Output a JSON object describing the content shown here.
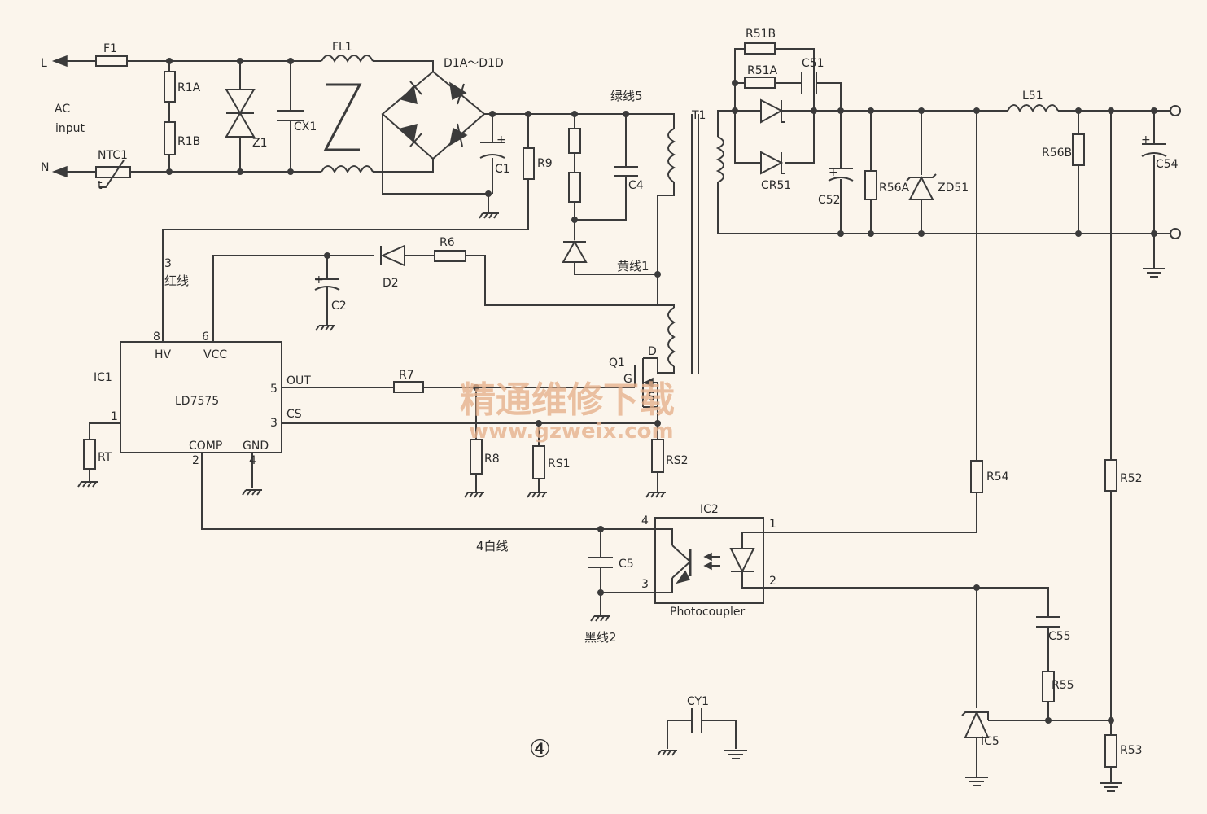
{
  "labels": {
    "L": "L",
    "N": "N",
    "ac": "AC",
    "input": "input",
    "F1": "F1",
    "NTC1": "NTC1",
    "t": "t",
    "R1A": "R1A",
    "R1B": "R1B",
    "Z1": "Z1",
    "CX1": "CX1",
    "FL1": "FL1",
    "D1": "D1A～D1D",
    "C1": "C1",
    "R9": "R9",
    "C4": "C4",
    "green5": "绿线5",
    "yellow1": "黄线1",
    "red3_num": "3",
    "red3": "红线",
    "T1": "T1",
    "R6": "R6",
    "D2": "D2",
    "C2": "C2",
    "ic1": "IC1",
    "chip": "LD7575",
    "pin8": "8",
    "pin6": "6",
    "pin5": "5",
    "pin3": "3",
    "pin1": "1",
    "pin2": "2",
    "pin4": "4",
    "HV": "HV",
    "VCC": "VCC",
    "OUT": "OUT",
    "CS": "CS",
    "COMP": "COMP",
    "GND": "GND",
    "RT": "RT",
    "R7": "R7",
    "R8": "R8",
    "RS1": "RS1",
    "RS2": "RS2",
    "Q1": "Q1",
    "D": "D",
    "G": "G",
    "S": "S",
    "white4": "4白线",
    "C5": "C5",
    "black2": "黑线2",
    "IC2": "IC2",
    "photocoupler": "Photocoupler",
    "ic2_p1": "1",
    "ic2_p2": "2",
    "ic2_p3": "3",
    "ic2_p4": "4",
    "R51B": "R51B",
    "R51A": "R51A",
    "C51": "C51",
    "CR51": "CR51",
    "C52": "C52",
    "R56A": "R56A",
    "ZD51": "ZD51",
    "L51": "L51",
    "R56B": "R56B",
    "C54": "C54",
    "R54": "R54",
    "R52": "R52",
    "C55": "C55",
    "R55": "R55",
    "IC5": "IC5",
    "R53": "R53",
    "CY1": "CY1",
    "fig": "④"
  },
  "watermark": {
    "title": "精通维修下载",
    "url": "www.gzweix.com"
  }
}
